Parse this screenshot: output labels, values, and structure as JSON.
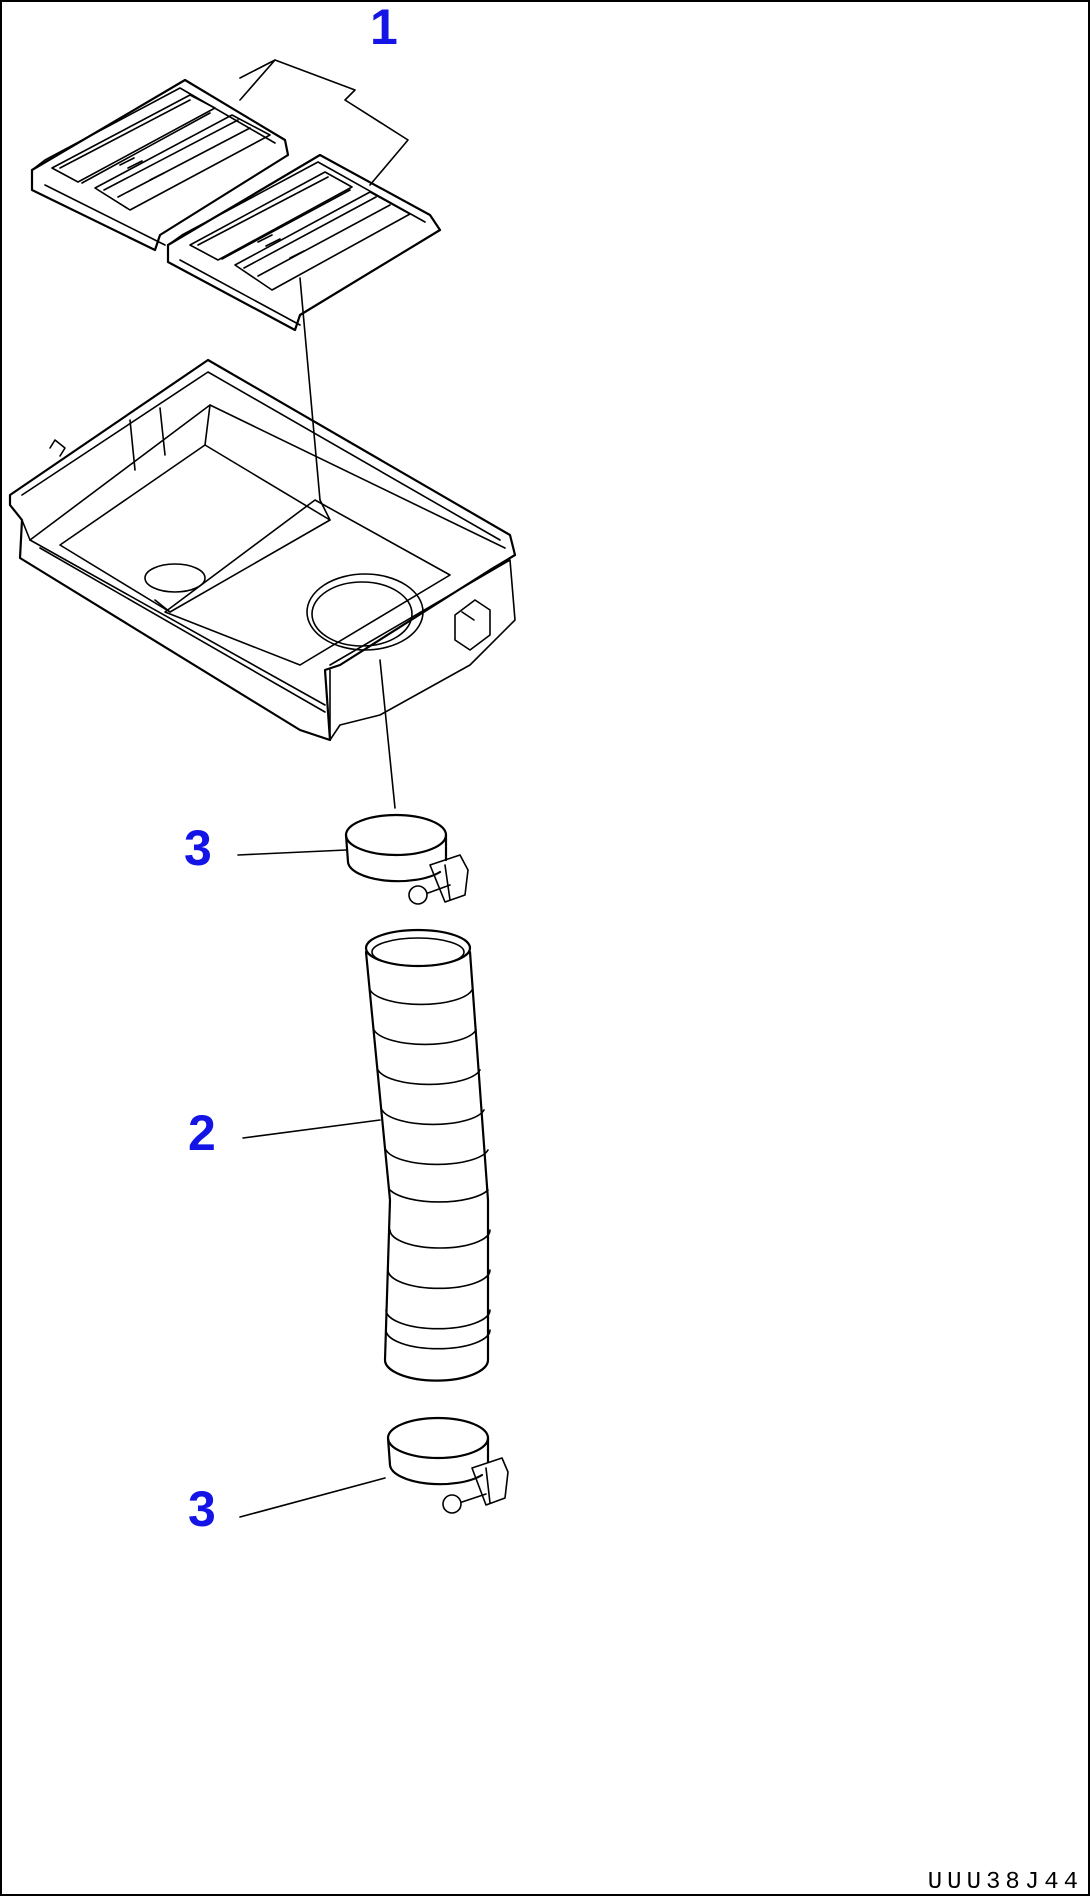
{
  "callouts": [
    {
      "id": "part-1",
      "label": "1"
    },
    {
      "id": "part-3-top",
      "label": "3"
    },
    {
      "id": "part-2",
      "label": "2"
    },
    {
      "id": "part-3-bottom",
      "label": "3"
    }
  ],
  "drawing_code": "UUU38J44",
  "colors": {
    "callout": "#1414e6",
    "line": "#000000",
    "background": "#ffffff"
  }
}
